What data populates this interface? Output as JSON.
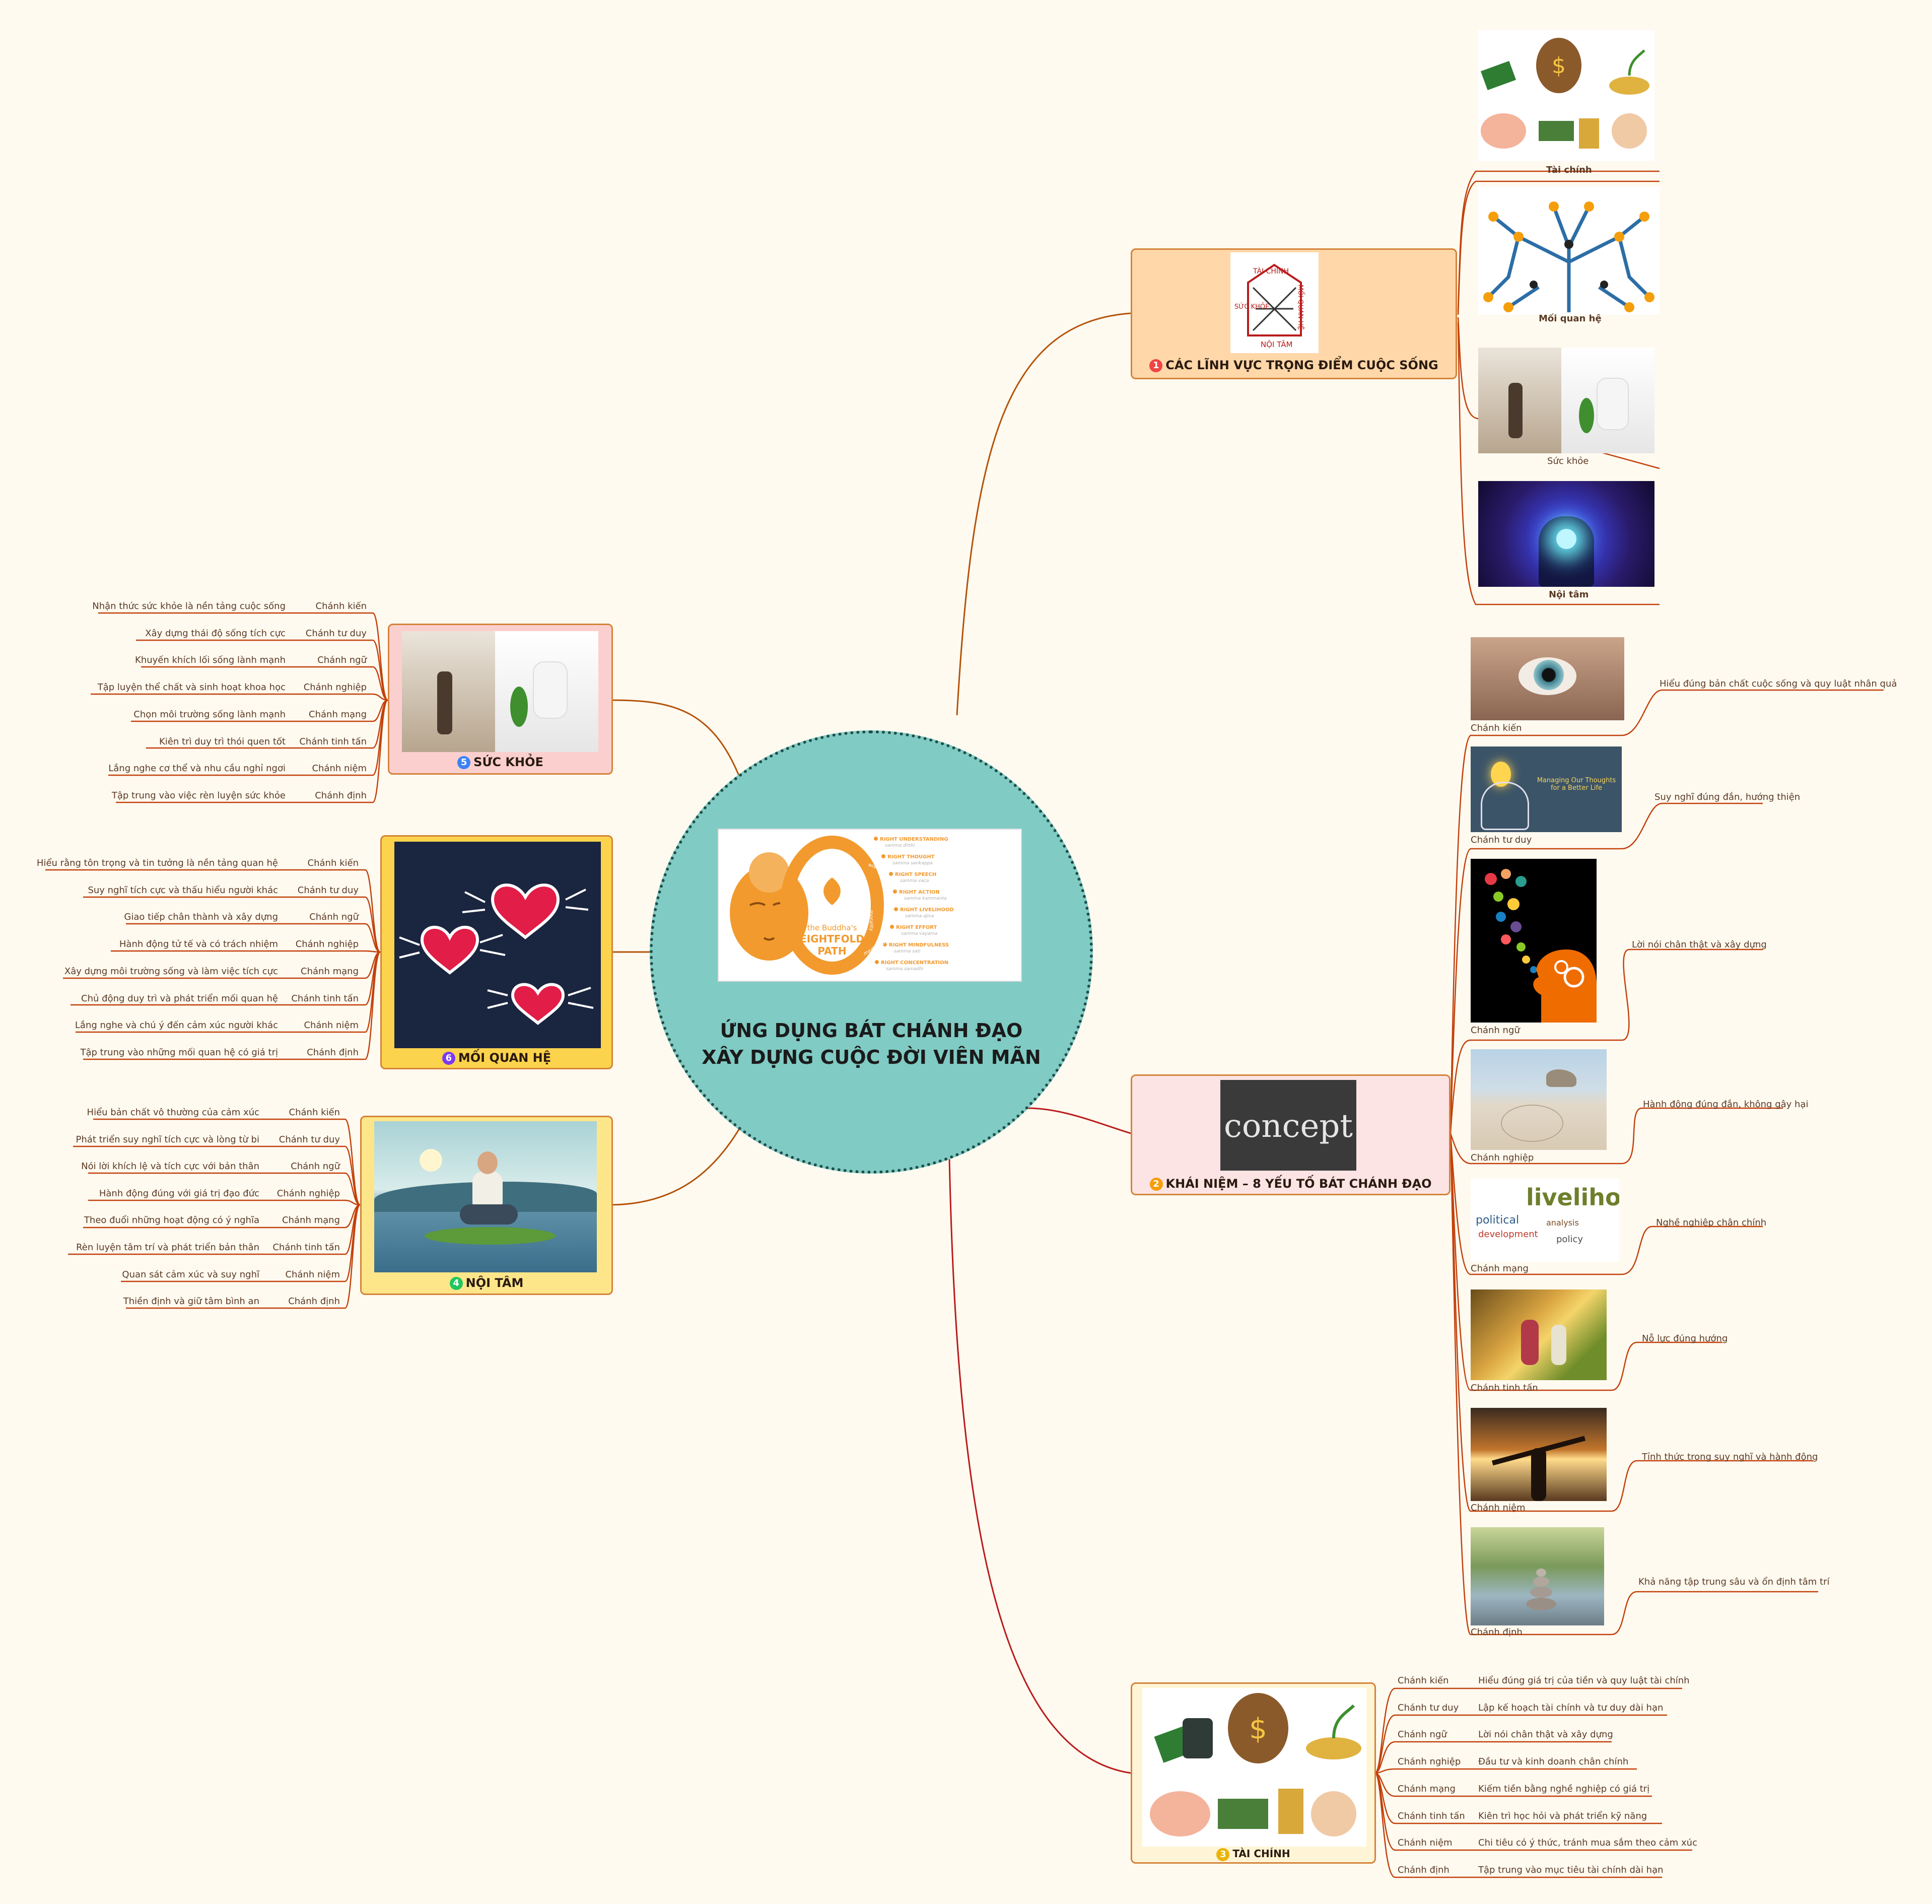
{
  "center": {
    "title_line1": "ỨNG DỤNG BÁT CHÁNH ĐẠO",
    "title_line2": "XÂY DỰNG CUỘC ĐỜI VIÊN MÃN",
    "image": {
      "brand_line1": "the Buddha's",
      "brand_line2": "EIGHTFOLD",
      "brand_line3": "PATH",
      "paths": [
        {
          "en": "RIGHT UNDERSTANDING",
          "pali": "samma ditthi"
        },
        {
          "en": "RIGHT THOUGHT",
          "pali": "samma sankappa"
        },
        {
          "en": "RIGHT SPEECH",
          "pali": "samma vaca"
        },
        {
          "en": "RIGHT ACTION",
          "pali": "samma kammanta"
        },
        {
          "en": "RIGHT LIVELIHOOD",
          "pali": "samma ajiva"
        },
        {
          "en": "RIGHT EFFORT",
          "pali": "samma vayama"
        },
        {
          "en": "RIGHT MINDFULNESS",
          "pali": "samma sati"
        },
        {
          "en": "RIGHT CONCENTRATION",
          "pali": "samma samadhi"
        }
      ],
      "ring_labels": [
        "wisdom",
        "morality",
        "meditation"
      ]
    }
  },
  "topic1": {
    "number": "1",
    "title": "CÁC LĨNH VỰC TRỌNG ĐIỂM CUỘC SỐNG",
    "house_labels": [
      "TÀI CHÍNH",
      "MỐI QUAN HỆ",
      "SỨC KHỎE",
      "NỘI TÂM"
    ],
    "children": [
      {
        "label": "Tài chính"
      },
      {
        "label": "Mối quan hệ"
      },
      {
        "label": "Sức khỏe"
      },
      {
        "label": "Nội tâm"
      }
    ]
  },
  "topic2": {
    "number": "2",
    "title": "KHÁI NIỆM – 8 YẾU TỐ BÁT CHÁNH ĐẠO",
    "image_word": "concept",
    "thought_text": "Managing Our Thoughts for a Better Life",
    "word_cloud": [
      "livelihoods",
      "political",
      "development",
      "analysis",
      "policy"
    ],
    "children": [
      {
        "name": "Chánh kiến",
        "desc": "Hiểu đúng bản chất cuộc sống và quy luật nhân quả"
      },
      {
        "name": "Chánh tư duy",
        "desc": "Suy nghĩ đúng đắn, hướng thiện"
      },
      {
        "name": "Chánh ngữ",
        "desc": "Lời nói chân thật và xây dựng"
      },
      {
        "name": "Chánh nghiệp",
        "desc": "Hành động đúng đắn, không gây hại"
      },
      {
        "name": "Chánh mạng",
        "desc": "Nghề nghiệp chân chính"
      },
      {
        "name": "Chánh tinh tấn",
        "desc": "Nỗ lực đúng hướng"
      },
      {
        "name": "Chánh niệm",
        "desc": "Tỉnh thức trong suy nghĩ và hành động"
      },
      {
        "name": "Chánh định",
        "desc": "Khả năng tập trung sâu và ổn định tâm trí"
      }
    ]
  },
  "topic3": {
    "number": "3",
    "title": "TÀI CHÍNH",
    "children": [
      {
        "name": "Chánh kiến",
        "desc": "Hiểu đúng giá trị của tiền và quy luật tài chính"
      },
      {
        "name": "Chánh tư duy",
        "desc": "Lập kế hoạch tài chính và tư duy dài hạn"
      },
      {
        "name": "Chánh ngữ",
        "desc": "Lời nói chân thật và xây dựng"
      },
      {
        "name": "Chánh nghiệp",
        "desc": "Đầu tư và kinh doanh chân chính"
      },
      {
        "name": "Chánh mạng",
        "desc": "Kiếm tiền bằng nghề nghiệp có giá trị"
      },
      {
        "name": "Chánh tinh tấn",
        "desc": "Kiên trì học hỏi và phát triển kỹ năng"
      },
      {
        "name": "Chánh niệm",
        "desc": "Chi tiêu có ý thức, tránh mua sắm theo cảm xúc"
      },
      {
        "name": "Chánh định",
        "desc": "Tập trung vào mục tiêu tài chính dài hạn"
      }
    ]
  },
  "topic4": {
    "number": "4",
    "title": "NỘI TÂM",
    "children": [
      {
        "name": "Chánh kiến",
        "desc": "Hiểu bản chất vô thường của cảm xúc"
      },
      {
        "name": "Chánh tư duy",
        "desc": "Phát triển suy nghĩ tích cực và lòng từ bi"
      },
      {
        "name": "Chánh ngữ",
        "desc": "Nói lời khích lệ và tích cực với bản thân"
      },
      {
        "name": "Chánh nghiệp",
        "desc": "Hành động đúng với giá trị đạo đức"
      },
      {
        "name": "Chánh mạng",
        "desc": "Theo đuổi những hoạt động có ý nghĩa"
      },
      {
        "name": "Chánh tinh tấn",
        "desc": "Rèn luyện tâm trí và phát triển bản thân"
      },
      {
        "name": "Chánh niệm",
        "desc": "Quan sát cảm xúc và suy nghĩ"
      },
      {
        "name": "Chánh định",
        "desc": "Thiền định và giữ tâm bình an"
      }
    ]
  },
  "topic5": {
    "number": "5",
    "title": "SỨC KHỎE",
    "children": [
      {
        "name": "Chánh kiến",
        "desc": "Nhận thức sức khỏe là nền tảng cuộc sống"
      },
      {
        "name": "Chánh tư duy",
        "desc": "Xây dựng thái độ sống tích cực"
      },
      {
        "name": "Chánh ngữ",
        "desc": "Khuyến khích lối sống lành mạnh"
      },
      {
        "name": "Chánh nghiệp",
        "desc": "Tập luyện thể chất và sinh hoạt khoa học"
      },
      {
        "name": "Chánh mạng",
        "desc": "Chọn môi trường sống lành mạnh"
      },
      {
        "name": "Chánh tinh tấn",
        "desc": "Kiên trì duy trì thói quen tốt"
      },
      {
        "name": "Chánh niệm",
        "desc": "Lắng nghe cơ thể và nhu cầu nghỉ ngơi"
      },
      {
        "name": "Chánh định",
        "desc": "Tập trung vào việc rèn luyện sức khỏe"
      }
    ]
  },
  "topic6": {
    "number": "6",
    "title": "MỐI QUAN HỆ",
    "children": [
      {
        "name": "Chánh kiến",
        "desc": "Hiểu rằng tôn trọng và tin tưởng là nền tảng quan hệ"
      },
      {
        "name": "Chánh tư duy",
        "desc": "Suy nghĩ tích cực và thấu hiểu người khác"
      },
      {
        "name": "Chánh ngữ",
        "desc": "Giao tiếp chân thành và xây dựng"
      },
      {
        "name": "Chánh nghiệp",
        "desc": "Hành động tử tế và có trách nhiệm"
      },
      {
        "name": "Chánh mạng",
        "desc": "Xây dựng môi trường sống và làm việc tích cực"
      },
      {
        "name": "Chánh tinh tấn",
        "desc": "Chủ động duy trì và phát triển mối quan hệ"
      },
      {
        "name": "Chánh niệm",
        "desc": "Lắng nghe và chú ý đến cảm xúc người khác"
      },
      {
        "name": "Chánh định",
        "desc": "Tập trung vào những mối quan hệ có giá trị"
      }
    ]
  },
  "colors": {
    "background": "#fffaf0",
    "center": "#80cbc4",
    "topic1_fill": "#ffd7a8",
    "topic2_fill": "#fde4e4",
    "topic3_fill": "#fff5d6",
    "topic4_fill": "#fde68a",
    "topic5_fill": "#fccfcf",
    "topic6_fill": "#fcd34d",
    "line": "#c2410c"
  }
}
